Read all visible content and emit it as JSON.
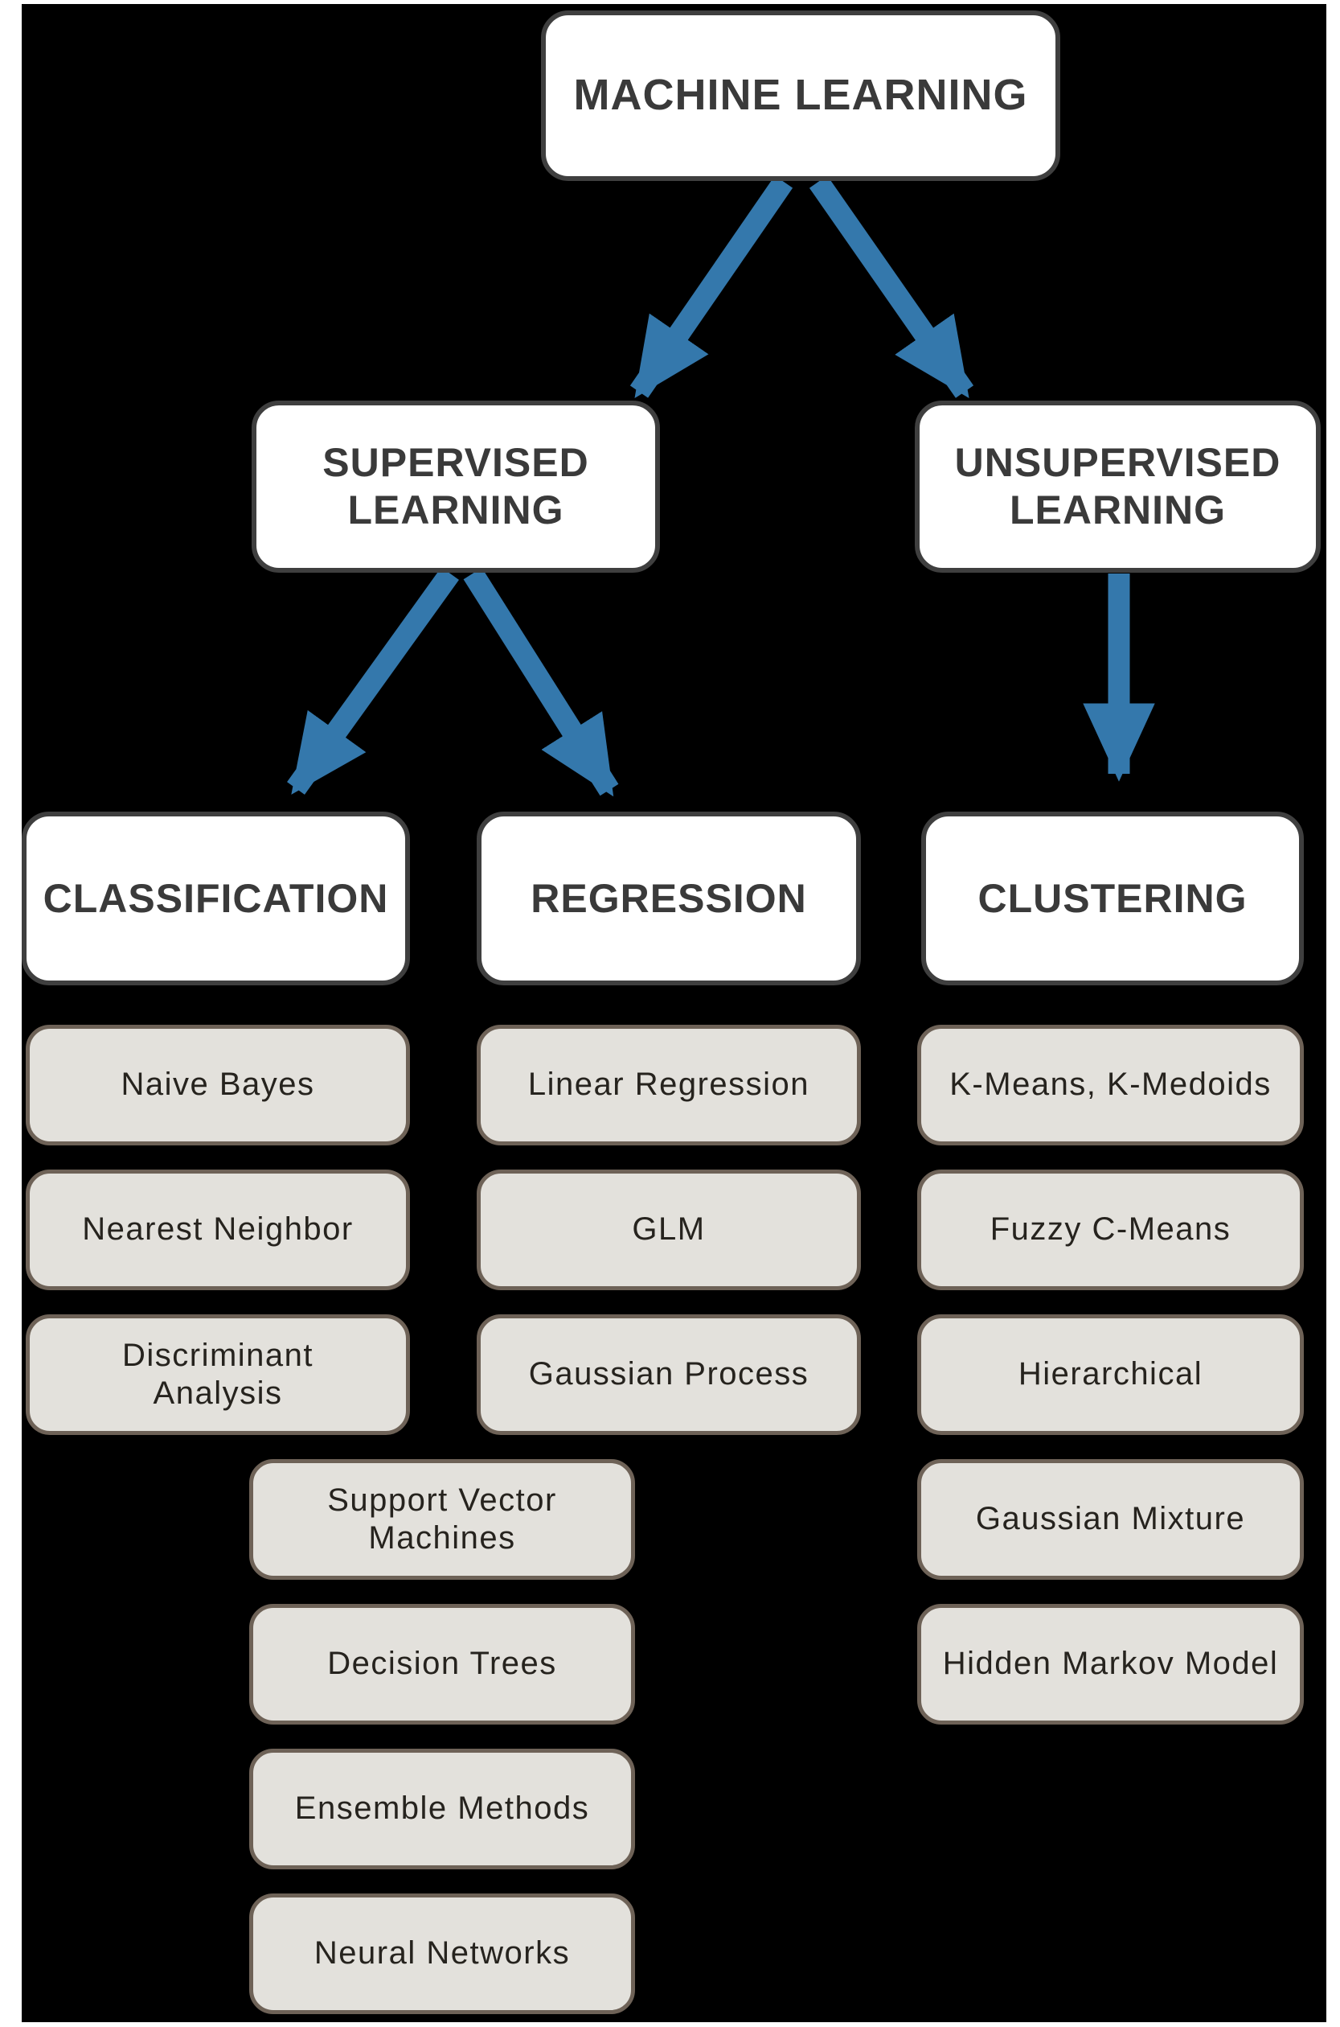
{
  "diagram": {
    "root": {
      "label": "MACHINE LEARNING"
    },
    "branches": [
      {
        "label": "SUPERVISED\nLEARNING",
        "children": [
          {
            "label": "CLASSIFICATION",
            "methods": [
              "Naive Bayes",
              "Nearest Neighbor",
              "Discriminant\nAnalysis"
            ]
          },
          {
            "label": "REGRESSION",
            "methods": [
              "Linear Regression",
              "GLM",
              "Gaussian Process"
            ]
          }
        ],
        "shared_methods": [
          "Support Vector\nMachines",
          "Decision Trees",
          "Ensemble Methods",
          "Neural Networks"
        ]
      },
      {
        "label": "UNSUPERVISED\nLEARNING",
        "children": [
          {
            "label": "CLUSTERING",
            "methods": [
              "K-Means, K-Medoids",
              "Fuzzy C-Means",
              "Hierarchical",
              "Gaussian Mixture",
              "Hidden Markov Model"
            ]
          }
        ]
      }
    ]
  },
  "colors": {
    "background": "#000000",
    "page_margin": "#ffffff",
    "category_fill": "#ffffff",
    "category_border": "#3f3f3f",
    "category_text": "#3a3a3a",
    "method_fill": "#e3e1dc",
    "method_border": "#6e6257",
    "method_text": "#26231e",
    "arrow": "#3478ac"
  }
}
